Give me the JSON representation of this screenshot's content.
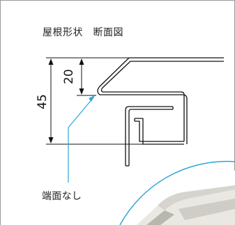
{
  "diagram": {
    "title": "屋根形状　断面図",
    "dim_total": "45",
    "dim_upper": "20",
    "callout_label": "端面なし",
    "colors": {
      "line": "#111111",
      "callout": "#2aa6d6",
      "photo_fill": "#e9e8e3",
      "photo_shadow": "#cfcdc6",
      "photo_dark": "#b9b6ae"
    }
  }
}
